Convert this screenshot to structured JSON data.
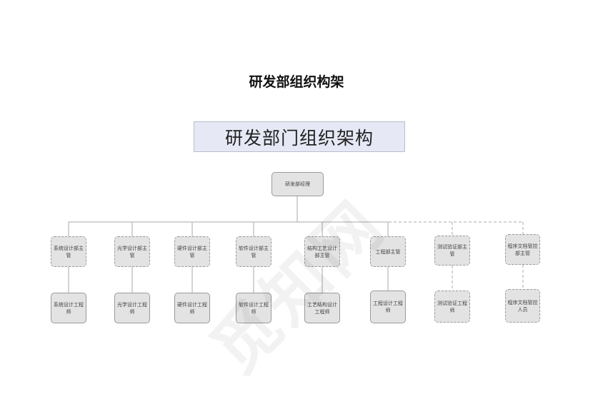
{
  "page": {
    "title": "研发部组织构架",
    "banner": "研发部门组织架构",
    "watermark": "觅知网"
  },
  "colors": {
    "banner_bg": "#e6e9f5",
    "node_bg": "#e3e3e3",
    "line": "#a8a8a8"
  },
  "org": {
    "root": {
      "label": "研发部经理"
    },
    "departments": [
      {
        "manager": "系统设计部主管",
        "staff": "系统设计工程师",
        "style": "dashed-manager"
      },
      {
        "manager": "光学设计部主管",
        "staff": "光学设计工程师",
        "style": "dashed-manager"
      },
      {
        "manager": "硬件设计部主管",
        "staff": "硬件设计工程师",
        "style": "dashed-manager"
      },
      {
        "manager": "软件设计部主管",
        "staff": "软件设计工程师",
        "style": "dashed-manager"
      },
      {
        "manager": "结构工艺设计部主管",
        "staff": "工艺结构设计工程师",
        "style": "dashed-manager"
      },
      {
        "manager": "工程部主管",
        "staff": "工程设计工程师",
        "style": "dashed-manager"
      },
      {
        "manager": "测试验证部主管",
        "staff": "测试验证工程师",
        "style": "all-dashed"
      },
      {
        "manager": "程序文档管控部主管",
        "staff": "程序文档管控人员",
        "style": "all-dashed"
      }
    ]
  }
}
